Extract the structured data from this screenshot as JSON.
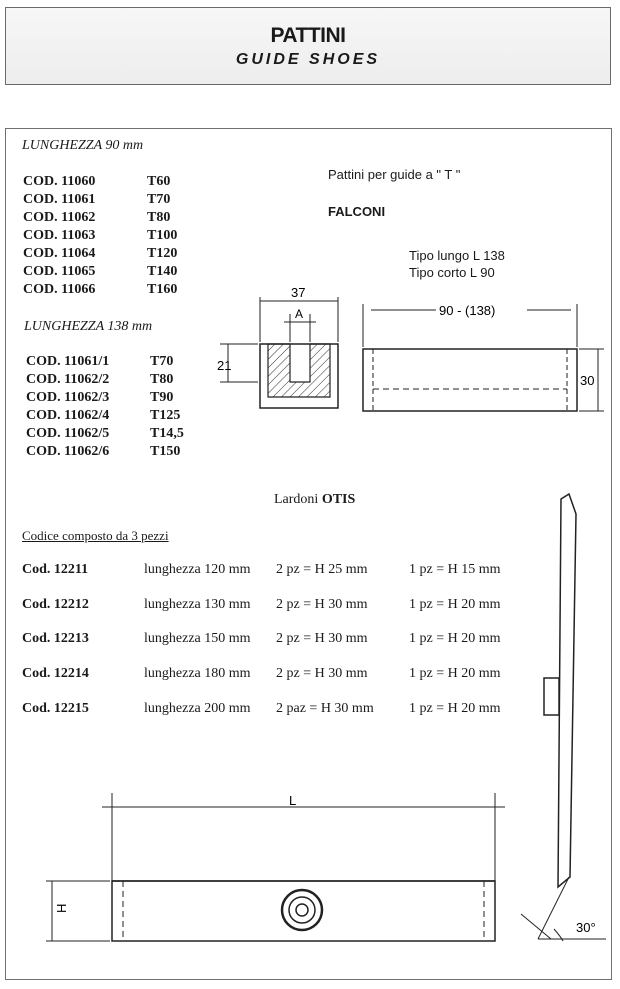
{
  "header": {
    "title": "PATTINI",
    "subtitle": "GUIDE SHOES"
  },
  "section1": {
    "heading": "LUNGHEZZA 90 mm",
    "codes": [
      {
        "code": "COD. 11060",
        "type": "T60"
      },
      {
        "code": "COD. 11061",
        "type": "T70"
      },
      {
        "code": "COD. 11062",
        "type": "T80"
      },
      {
        "code": "COD. 11063",
        "type": "T100"
      },
      {
        "code": "COD. 11064",
        "type": "T120"
      },
      {
        "code": "COD. 11065",
        "type": "T140"
      },
      {
        "code": "COD. 11066",
        "type": "T160"
      }
    ]
  },
  "section2": {
    "heading": "LUNGHEZZA 138 mm",
    "codes": [
      {
        "code": "COD. 11061/1",
        "type": "T70"
      },
      {
        "code": "COD. 11062/2",
        "type": "T80"
      },
      {
        "code": "COD. 11062/3",
        "type": "T90"
      },
      {
        "code": "COD. 11062/4",
        "type": "T125"
      },
      {
        "code": "COD. 11062/5",
        "type": "T14,5"
      },
      {
        "code": "COD. 11062/6",
        "type": "T150"
      }
    ]
  },
  "info": {
    "guides": "Pattini per guide a \" T \"",
    "brand": "FALCONI",
    "long": "Tipo lungo  L 138",
    "short": "Tipo corto   L  90"
  },
  "drawing1": {
    "width": "37",
    "a": "A",
    "height": "21",
    "length": "90 - (138)",
    "side": "30"
  },
  "lardoni": {
    "title_prefix": "Lardoni",
    "title_brand": "OTIS",
    "subtitle": "Codice composto da 3 pezzi",
    "rows": [
      {
        "code": "Cod. 12211",
        "length": "lunghezza 120 mm",
        "two": "2 pz = H 25 mm",
        "one": "1 pz = H 15 mm"
      },
      {
        "code": "Cod. 12212",
        "length": "lunghezza 130 mm",
        "two": "2 pz = H 30 mm",
        "one": "1 pz = H 20 mm"
      },
      {
        "code": "Cod. 12213",
        "length": "lunghezza 150 mm",
        "two": "2 pz = H 30 mm",
        "one": "1 pz = H 20 mm"
      },
      {
        "code": "Cod. 12214",
        "length": "lunghezza 180 mm",
        "two": "2 pz = H 30 mm",
        "one": "1 pz = H 20 mm"
      },
      {
        "code": "Cod. 12215",
        "length": "lunghezza 200 mm",
        "two": "2 paz = H 30 mm",
        "one": "1 pz = H 20 mm"
      }
    ]
  },
  "drawing2": {
    "l": "L",
    "h": "H",
    "angle": "30°"
  }
}
